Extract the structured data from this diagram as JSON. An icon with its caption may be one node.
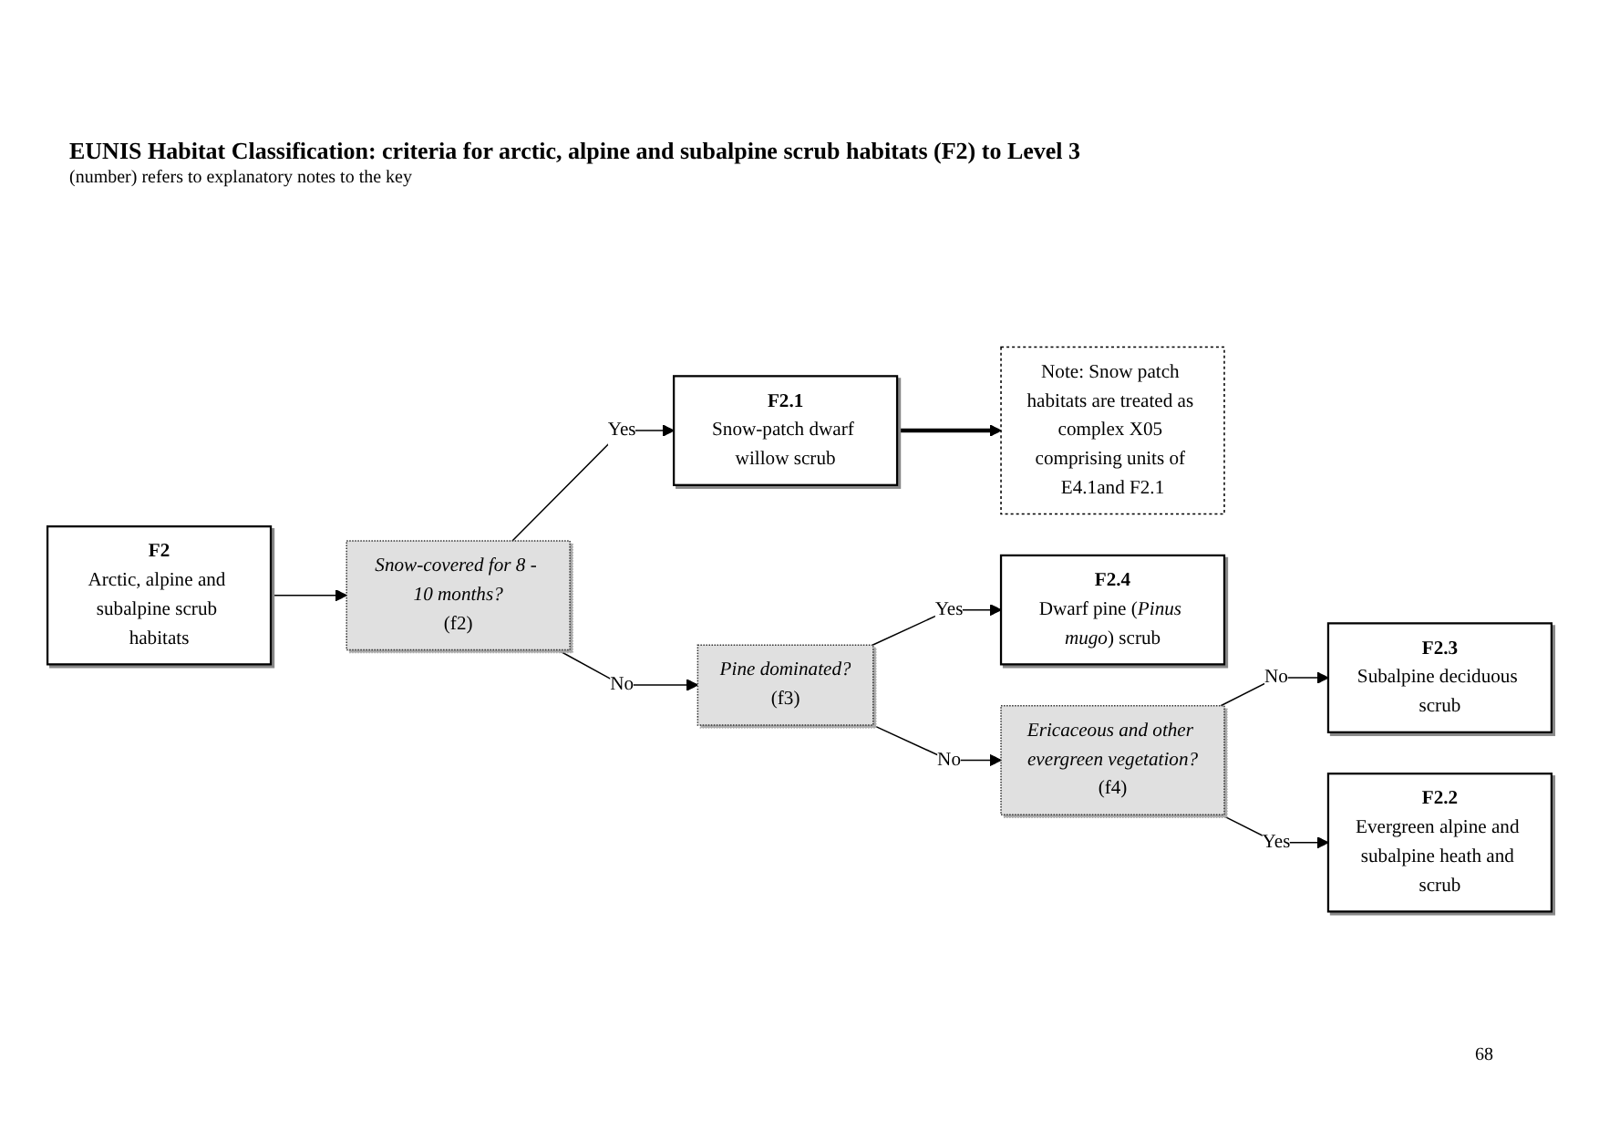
{
  "diagram": {
    "title": "EUNIS Habitat Classification: criteria for arctic, alpine and subalpine scrub habitats (F2) to Level 3",
    "nodes": [
      {
        "text": [
          "F2",
          "Arctic, alpine and subalpine scrub habitats"
        ]
      },
      {
        "text": [
          "Snow-covered for 8 - 10 months?",
          "(f2)"
        ]
      },
      {
        "text": [
          "F2.1",
          "Snow-patch dwarf willow scrub"
        ]
      },
      {
        "text": [
          "Note: Snow patch habitats are treated as complex X05 comprising units of E4.1and F2.1"
        ]
      },
      {
        "text": [
          "Pine dominated?",
          "(f3)"
        ]
      },
      {
        "text": [
          "F2.4",
          "Dwarf pine (*Pinus mugo*) scrub"
        ]
      },
      {
        "text": [
          "Ericaceous and other evergreen vegetation?",
          "(f4)"
        ]
      },
      {
        "text": [
          "F2.3",
          "Subalpine deciduous scrub"
        ]
      },
      {
        "text": [
          "F2.2",
          "Evergreen alpine and subalpine heath and scrub"
        ]
      }
    ],
    "edges": [
      {
        "from": 0,
        "to": 1,
        "arrow": "to"
      },
      {
        "from": 1,
        "to": 2,
        "arrow": "to",
        "label": "Yes"
      },
      {
        "from": 1,
        "to": 4,
        "arrow": "to",
        "label": "No"
      },
      {
        "from": 2,
        "to": 3,
        "arrow": "to",
        "style": "thick"
      },
      {
        "from": 4,
        "to": 5,
        "arrow": "to",
        "label": "Yes"
      },
      {
        "from": 4,
        "to": 6,
        "arrow": "to",
        "label": "No"
      },
      {
        "from": 6,
        "to": 7,
        "arrow": "to",
        "label": "No"
      },
      {
        "from": 6,
        "to": 8,
        "arrow": "to",
        "label": "Yes"
      }
    ],
    "labels": [
      "(number) refers to explanatory notes to the key",
      "68"
    ]
  }
}
